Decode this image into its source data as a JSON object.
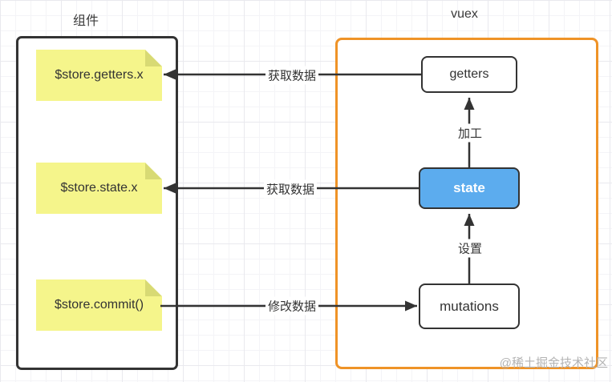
{
  "diagram": {
    "left_group": {
      "title": "组件",
      "notes": [
        {
          "label": "$store.getters.x"
        },
        {
          "label": "$store.state.x"
        },
        {
          "label": "$store.commit()"
        }
      ]
    },
    "right_group": {
      "title": "vuex",
      "nodes": [
        {
          "label": "getters"
        },
        {
          "label": "state"
        },
        {
          "label": "mutations"
        }
      ]
    },
    "edges": [
      {
        "label": "获取数据",
        "from": "getters",
        "to": "$store.getters.x",
        "direction": "left"
      },
      {
        "label": "获取数据",
        "from": "state",
        "to": "$store.state.x",
        "direction": "left"
      },
      {
        "label": "修改数据",
        "from": "$store.commit()",
        "to": "mutations",
        "direction": "right"
      },
      {
        "label": "加工",
        "from": "state",
        "to": "getters",
        "direction": "up"
      },
      {
        "label": "设置",
        "from": "mutations",
        "to": "state",
        "direction": "up"
      }
    ],
    "watermark": "@稀土掘金技术社区",
    "colors": {
      "note_yellow": "#F5F58B",
      "note_fold": "#D8DA74",
      "state_blue": "#5CACEE",
      "accent_orange": "#EF9327",
      "line_dark": "#333333"
    }
  }
}
